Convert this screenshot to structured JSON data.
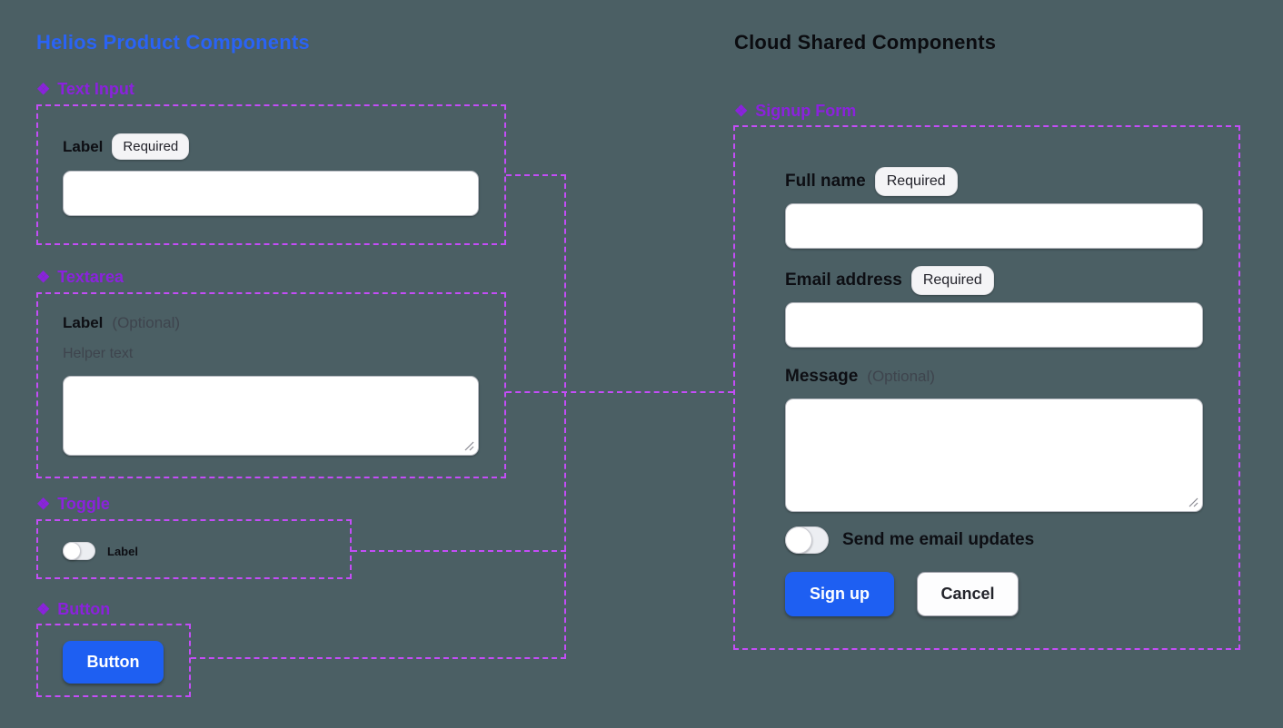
{
  "colors": {
    "background": "#4b5f64",
    "accent_blue": "#2a63f5",
    "accent_purple": "#8b22dd",
    "annotation_border": "#c44df7",
    "primary_button": "#1e5ff2"
  },
  "icons": {
    "diamond": "❖"
  },
  "left_panel": {
    "title": "Helios Product Components",
    "text_input_section": {
      "header": "Text Input",
      "field_label": "Label",
      "badge": "Required",
      "input_value": "",
      "input_placeholder": ""
    },
    "textarea_section": {
      "header": "Textarea",
      "field_label": "Label",
      "optional": "(Optional)",
      "helper_text": "Helper text",
      "textarea_value": "",
      "textarea_placeholder": ""
    },
    "toggle_section": {
      "header": "Toggle",
      "toggle_label": "Label",
      "toggle_state": "off"
    },
    "button_section": {
      "header": "Button",
      "button_label": "Button"
    }
  },
  "right_panel": {
    "title": "Cloud Shared Components",
    "signup_form": {
      "header": "Signup Form",
      "full_name": {
        "label": "Full name",
        "badge": "Required",
        "value": "",
        "placeholder": ""
      },
      "email": {
        "label": "Email address",
        "badge": "Required",
        "value": "",
        "placeholder": ""
      },
      "message": {
        "label": "Message",
        "optional": "(Optional)",
        "value": "",
        "placeholder": ""
      },
      "updates_toggle": {
        "label": "Send me email updates",
        "state": "off"
      },
      "submit_label": "Sign up",
      "cancel_label": "Cancel"
    }
  }
}
